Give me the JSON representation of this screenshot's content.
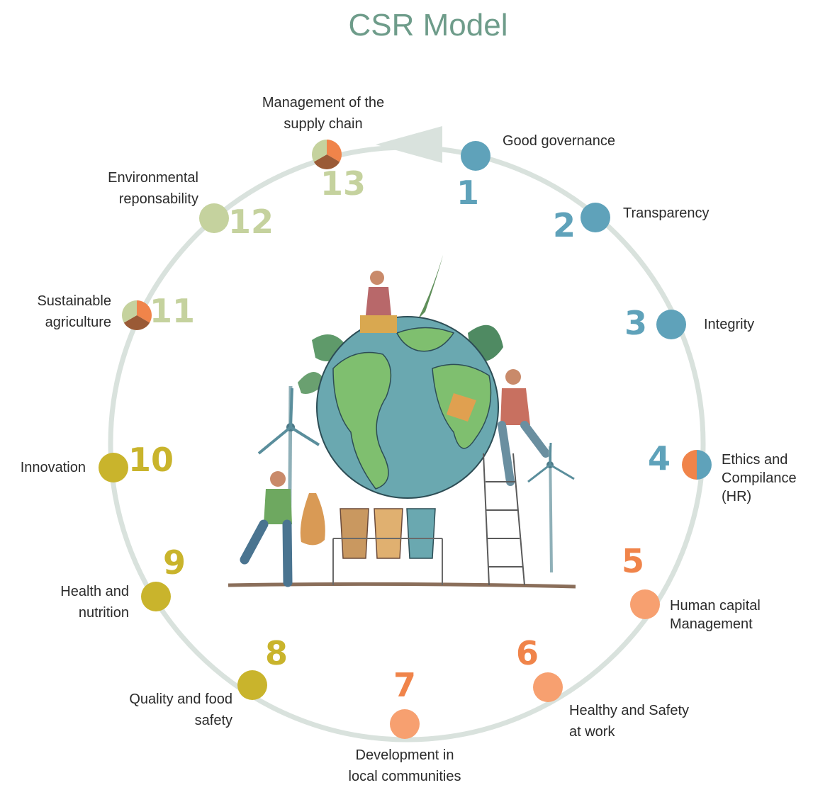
{
  "title": "CSR Model",
  "colors": {
    "blue": "#5fa2ba",
    "orange_dark": "#f0844a",
    "orange_light": "#f7a070",
    "olive": "#c9b42c",
    "sage": "#c5d29e",
    "brown": "#9a5a36",
    "ring": "#d9e2dd",
    "title": "#6e9c8a"
  },
  "items": [
    {
      "number": "1",
      "label_lines": [
        "Good governance"
      ],
      "color": "blue",
      "dot": "solid"
    },
    {
      "number": "2",
      "label_lines": [
        "Transparency"
      ],
      "color": "blue",
      "dot": "solid"
    },
    {
      "number": "3",
      "label_lines": [
        "Integrity"
      ],
      "color": "blue",
      "dot": "solid"
    },
    {
      "number": "4",
      "label_lines": [
        "Ethics and",
        "Compilance",
        "(HR)"
      ],
      "color": "blue",
      "dot": "half-orange-blue"
    },
    {
      "number": "5",
      "label_lines": [
        "Human capital",
        "Management"
      ],
      "color": "orange_dark",
      "dot": "solid-orange_light"
    },
    {
      "number": "6",
      "label_lines": [
        "Healthy and Safety",
        "at work"
      ],
      "color": "orange_dark",
      "dot": "solid-orange_light"
    },
    {
      "number": "7",
      "label_lines": [
        "Development in",
        "local communities"
      ],
      "color": "orange_dark",
      "dot": "solid-orange_light"
    },
    {
      "number": "8",
      "label_lines": [
        "Quality and food",
        "safety"
      ],
      "color": "olive",
      "dot": "solid"
    },
    {
      "number": "9",
      "label_lines": [
        "Health and",
        "nutrition"
      ],
      "color": "olive",
      "dot": "solid"
    },
    {
      "number": "10",
      "label_lines": [
        "Innovation"
      ],
      "color": "olive",
      "dot": "solid"
    },
    {
      "number": "11",
      "label_lines": [
        "Sustainable",
        "agriculture"
      ],
      "color": "sage",
      "dot": "tri"
    },
    {
      "number": "12",
      "label_lines": [
        "Environmental",
        "reponsability"
      ],
      "color": "sage",
      "dot": "solid"
    },
    {
      "number": "13",
      "label_lines": [
        "Management of the",
        "supply chain"
      ],
      "color": "sage",
      "dot": "tri"
    }
  ],
  "illustration": {
    "subject": "globe-with-people-wind-turbines-and-recycling-bins"
  }
}
